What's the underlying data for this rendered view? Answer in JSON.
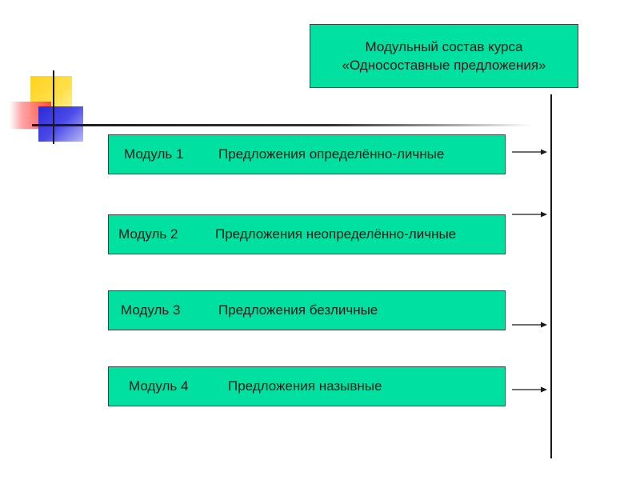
{
  "title": {
    "line1": "Модульный состав курса",
    "line2": "«Односоставные предложения»"
  },
  "modules": [
    {
      "label": "Модуль 1",
      "topic": "Предложения определённо-личные"
    },
    {
      "label": "Модуль 2",
      "topic": "Предложения неопределённо-личные"
    },
    {
      "label": "Модуль 3",
      "topic": "Предложения безличные"
    },
    {
      "label": "Модуль 4",
      "topic": "Предложения назывные"
    }
  ],
  "colors": {
    "box_fill": "#00e0a0",
    "line": "#1a1a1a",
    "logo_yellow": "#ffd21a",
    "logo_red": "#ff3c3c",
    "logo_blue": "#2a2ad8"
  }
}
